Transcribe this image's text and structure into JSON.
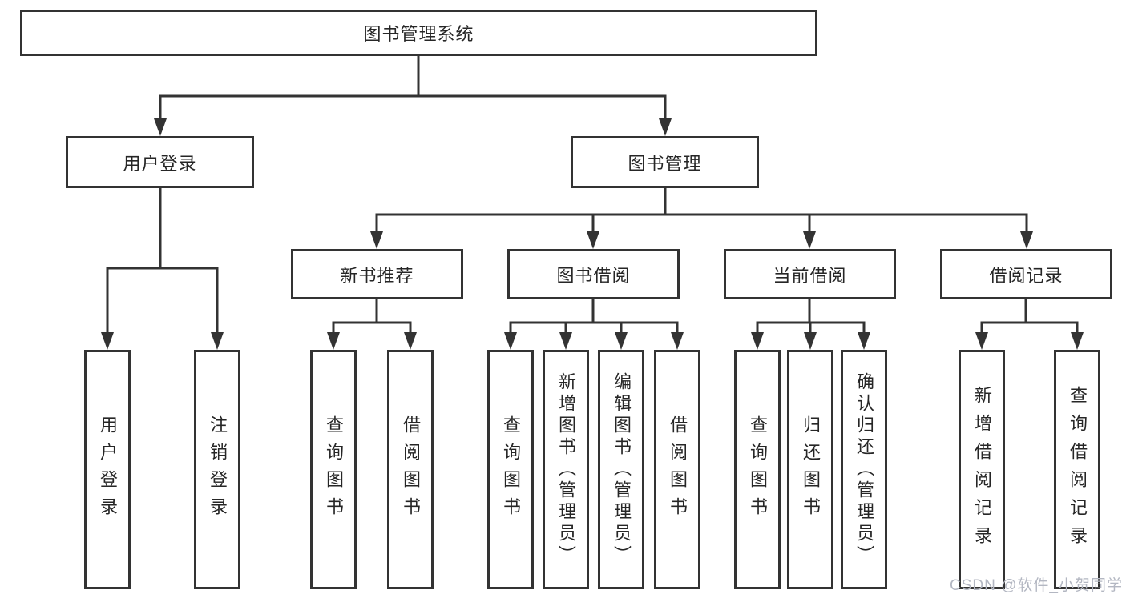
{
  "diagram": {
    "root": "图书管理系统",
    "branches": [
      {
        "label": "用户登录",
        "leaves": [
          "用户登录",
          "注销登录"
        ]
      },
      {
        "label": "图书管理",
        "children": [
          {
            "label": "新书推荐",
            "leaves": [
              "查询图书",
              "借阅图书"
            ]
          },
          {
            "label": "图书借阅",
            "leaves": [
              "查询图书",
              "新增图书（管理员）",
              "编辑图书（管理员）",
              "借阅图书"
            ]
          },
          {
            "label": "当前借阅",
            "leaves": [
              "查询图书",
              "归还图书",
              "确认归还（管理员）"
            ]
          },
          {
            "label": "借阅记录",
            "leaves": [
              "新增借阅记录",
              "查询借阅记录"
            ]
          }
        ]
      }
    ]
  },
  "watermark": "CSDN @软件_小贺同学",
  "colors": {
    "line": "#333333",
    "box_background": "#ffffff",
    "text": "#262626",
    "watermark": "#b3b7c2"
  }
}
